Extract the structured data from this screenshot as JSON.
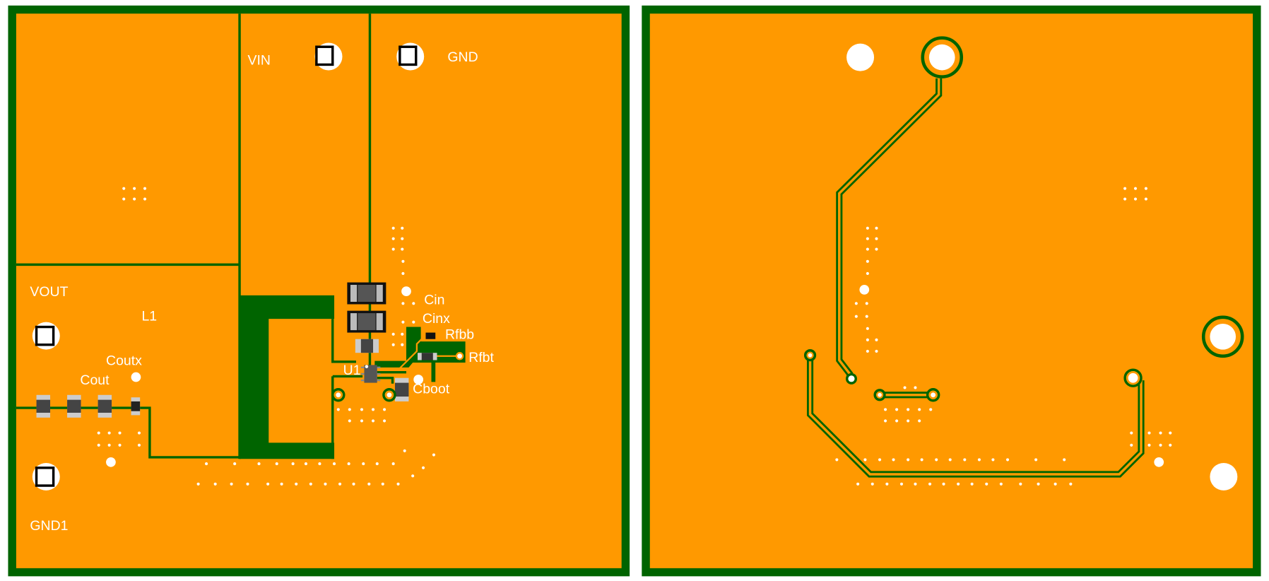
{
  "colors": {
    "copper": "#ff9900",
    "board": "#006400",
    "pad": "#ffffff",
    "component": "#444444"
  },
  "top_layer": {
    "labels": {
      "vin": "VIN",
      "gnd": "GND",
      "vout": "VOUT",
      "l1": "L1",
      "coutx": "Coutx",
      "cout": "Cout",
      "cin": "Cin",
      "cinx": "Cinx",
      "rfbb": "Rfbb",
      "rfbt": "Rfbt",
      "u1": "U1",
      "cboot": "Cboot",
      "gnd1": "GND1"
    }
  }
}
